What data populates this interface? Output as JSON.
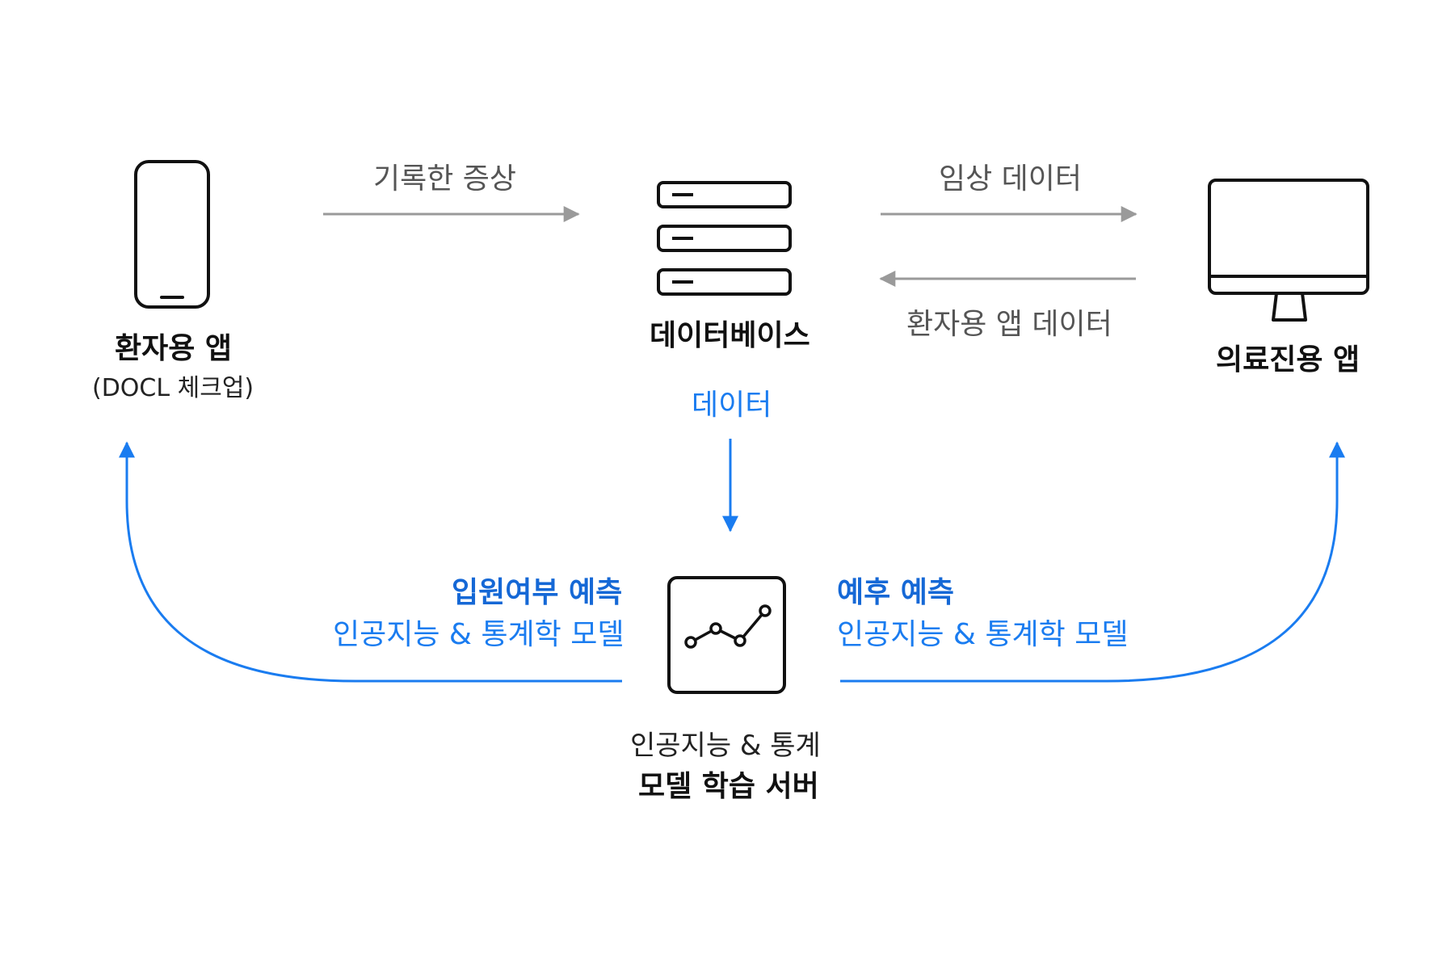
{
  "colors": {
    "arrow_gray": "#9a9a9a",
    "accent_blue": "#1a7cf0",
    "accent_blue_dark": "#1568d6",
    "icon_stroke": "#111111"
  },
  "nodes": {
    "patient_app": {
      "icon": "smartphone-icon",
      "title": "환자용 앱",
      "subtitle": "(DOCL 체크업)"
    },
    "database": {
      "icon": "database-server-icon",
      "title": "데이터베이스"
    },
    "medical_app": {
      "icon": "desktop-monitor-icon",
      "title": "의료진용 앱"
    },
    "model_server": {
      "icon": "line-chart-icon",
      "title_line1": "인공지능 & 통계",
      "title_line2": "모델 학습 서버"
    }
  },
  "edges": {
    "patient_to_db": "기록한 증상",
    "db_to_medical": "임상 데이터",
    "medical_to_db": "환자용 앱 데이터",
    "db_to_server": "데이터",
    "server_to_patient": {
      "title": "입원여부 예측",
      "subtitle": "인공지능 & 통계학 모델"
    },
    "server_to_medical": {
      "title": "예후 예측",
      "subtitle": "인공지능 & 통계학 모델"
    }
  }
}
